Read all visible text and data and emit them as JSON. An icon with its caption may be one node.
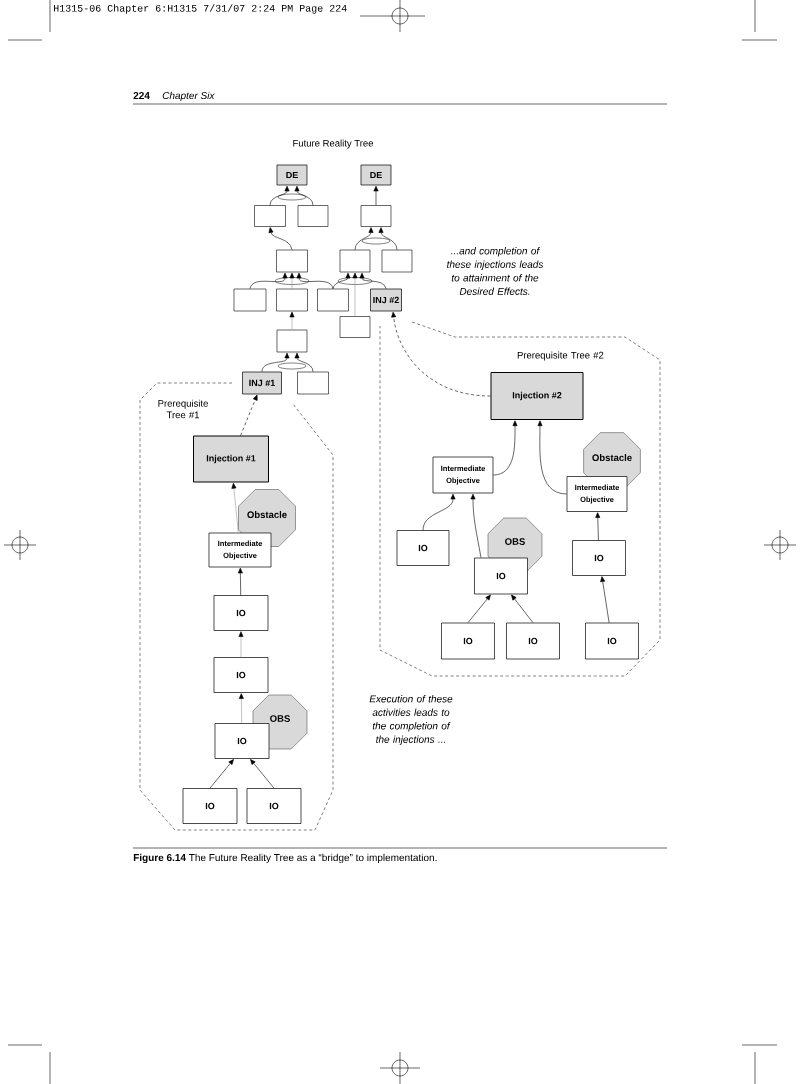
{
  "diagram": {
    "title": "Future Reality Tree",
    "caption": "**Figure 6.14** The Future Reality Tree as a “bridge” to implementation.",
    "nodes": [
      {
        "text": [
          "DE"
        ]
      },
      {
        "text": [
          "DE"
        ]
      },
      {
        "text": [],
        "shape": "box"
      },
      {
        "text": [],
        "shape": "box"
      },
      {
        "text": [],
        "shape": "box"
      },
      {
        "text": [],
        "shape": "box"
      },
      {
        "text": [],
        "shape": "box"
      },
      {
        "text": [],
        "shape": "box"
      },
      {
        "text": [],
        "shape": "box"
      },
      {
        "text": [],
        "shape": "box"
      },
      {
        "text": [],
        "shape": "box"
      },
      {
        "text": [
          "INJ #2"
        ]
      },
      {
        "text": [],
        "shape": "box"
      },
      {
        "text": [],
        "shape": "box"
      },
      {
        "text": [
          "INJ #1"
        ]
      },
      {
        "text": [],
        "shape": "box"
      },
      {
        "text": [
          "Prerequisite Tree #1"
        ]
      },
      {
        "text": [
          "Injection #1"
        ],
        "in": 16
      },
      {
        "text": [
          "Obstacle"
        ],
        "in": 16
      },
      {
        "text": [
          "Intermediate Objective"
        ],
        "in": 16
      },
      {
        "text": [
          "IO"
        ],
        "in": 16
      },
      {
        "text": [
          "IO"
        ],
        "in": 16
      },
      {
        "text": [
          "OBS"
        ],
        "in": 16
      },
      {
        "text": [
          "IO"
        ],
        "in": 16
      },
      {
        "text": [
          "IO"
        ],
        "in": 16
      },
      {
        "text": [
          "IO"
        ],
        "in": 16
      },
      {
        "text": [
          "Prerequisite Tree #2"
        ]
      },
      {
        "text": [
          "Injection #2"
        ],
        "in": 26
      },
      {
        "text": [
          "Obstacle"
        ],
        "in": 26
      },
      {
        "text": [
          "Intermediate Objective"
        ],
        "in": 26
      },
      {
        "text": [
          "Intermediate Objective"
        ],
        "in": 26
      },
      {
        "text": [
          "IO"
        ],
        "in": 26
      },
      {
        "text": [
          "OBS"
        ],
        "in": 26
      },
      {
        "text": [
          "IO"
        ],
        "in": 26
      },
      {
        "text": [
          "IO"
        ],
        "in": 26
      },
      {
        "text": [
          "IO"
        ],
        "in": 26
      },
      {
        "text": [
          "IO"
        ],
        "in": 26
      },
      {
        "text": [
          "IO"
        ],
        "in": 26
      }
    ],
    "edges": [
      {
        "from": 2,
        "to": 0,
        "arrow": "to"
      },
      {
        "from": 3,
        "to": 0,
        "arrow": "to"
      },
      {
        "from": 5,
        "to": 2,
        "arrow": "to"
      },
      {
        "from": 4,
        "to": 1,
        "arrow": "to"
      },
      {
        "from": 6,
        "to": 4,
        "arrow": "to"
      },
      {
        "from": 7,
        "to": 4,
        "arrow": "to"
      },
      {
        "from": 8,
        "to": 5,
        "arrow": "to"
      },
      {
        "from": 9,
        "to": 5,
        "arrow": "to",
        "color": "#999999"
      },
      {
        "from": 10,
        "to": 5,
        "arrow": "to"
      },
      {
        "from": 10,
        "to": 6,
        "arrow": "to"
      },
      {
        "from": 12,
        "to": 6,
        "arrow": "to",
        "color": "#999999"
      },
      {
        "from": 11,
        "to": 6,
        "arrow": "to"
      },
      {
        "from": 13,
        "to": 9,
        "arrow": "to",
        "color": "#999999"
      },
      {
        "from": 14,
        "to": 13,
        "arrow": "to"
      },
      {
        "from": 15,
        "to": 13,
        "arrow": "to"
      },
      {
        "from": 17,
        "to": 14,
        "arrow": "to",
        "style": "dashed"
      },
      {
        "from": 27,
        "to": 11,
        "arrow": "to",
        "style": "dashed"
      },
      {
        "from": 29,
        "to": 27,
        "arrow": "to"
      },
      {
        "from": 30,
        "to": 27,
        "arrow": "to"
      },
      {
        "from": 31,
        "to": 29,
        "arrow": "to"
      },
      {
        "from": 33,
        "to": 29,
        "arrow": "to"
      },
      {
        "from": 34,
        "to": 30,
        "arrow": "to"
      },
      {
        "from": 35,
        "to": 33,
        "arrow": "to"
      },
      {
        "from": 36,
        "to": 33,
        "arrow": "to"
      },
      {
        "from": 37,
        "to": 34,
        "arrow": "to"
      },
      {
        "from": 24,
        "to": 23,
        "arrow": "to"
      },
      {
        "from": 25,
        "to": 23,
        "arrow": "to"
      },
      {
        "from": 19,
        "to": 17,
        "arrow": "to",
        "color": "#999999"
      },
      {
        "from": 20,
        "to": 19,
        "arrow": "to"
      },
      {
        "from": 21,
        "to": 20,
        "arrow": "to",
        "color": "#999999"
      },
      {
        "from": 23,
        "to": 21,
        "arrow": "to",
        "color": "#999999"
      }
    ],
    "labels": [
      "H1315-06 Chapter 6:H1315 7/31/07 2:24 PM Page 224",
      "224",
      "Chapter Six",
      "...and completion of these injections leads to attainment of the Desired Effects.",
      "Execution of these activities leads to the completion of the injections ..."
    ]
  }
}
